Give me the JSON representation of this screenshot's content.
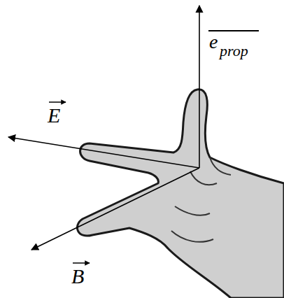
{
  "diagram": {
    "labels": [
      "E",
      "B",
      "e",
      "prop"
    ]
  }
}
